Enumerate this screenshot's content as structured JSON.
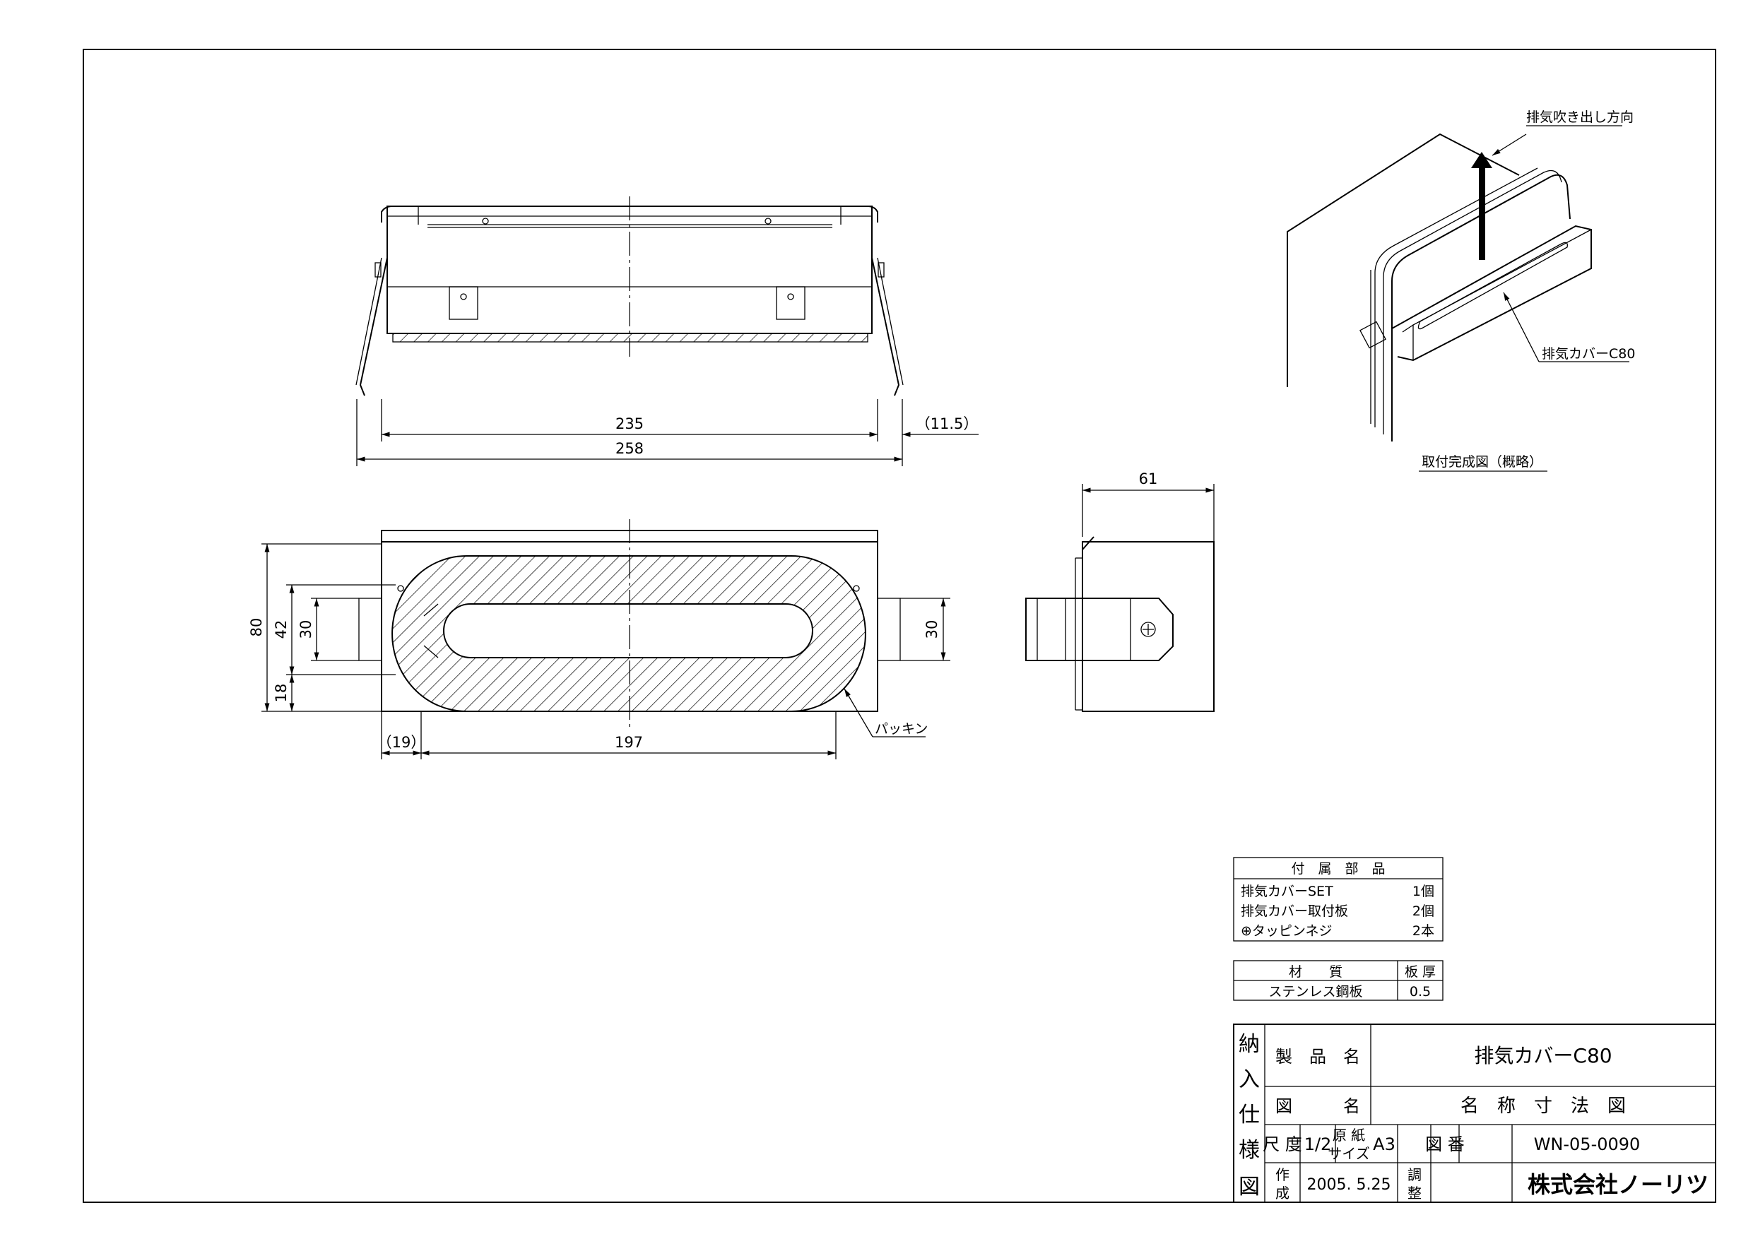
{
  "dimensions": {
    "d235": "235",
    "d11_5": "（11.5）",
    "d258": "258",
    "d61": "61",
    "d80": "80",
    "d42": "42",
    "d30_left": "30",
    "d18": "18",
    "d30_right": "30",
    "d19": "（19）",
    "d197": "197"
  },
  "labels": {
    "packing": "パッキン",
    "exhaust_direction": "排気吹き出し方向",
    "cover_name": "排気カバーC80",
    "install_view": "取付完成図（概略）"
  },
  "parts_table": {
    "header": "付　属　部　品",
    "rows": [
      {
        "name": "排気カバーSET",
        "qty": "1個"
      },
      {
        "name": "排気カバー取付板",
        "qty": "2個"
      },
      {
        "name": "⊕タッピンネジ",
        "qty": "2本"
      }
    ]
  },
  "material_table": {
    "header_material": "材　　質",
    "header_thickness": "板 厚",
    "material": "ステンレス鋼板",
    "thickness": "0.5"
  },
  "title_block": {
    "side": [
      "納",
      "入",
      "仕",
      "様",
      "図"
    ],
    "product_label": "製　品　名",
    "product_value": "排気カバーC80",
    "drawing_label": "図　　　名",
    "drawing_value": "名　称　寸　法　図",
    "scale_label": "尺 度",
    "scale_value": "1/2",
    "paper_label_1": "原 紙",
    "paper_label_2": "サイズ",
    "paper_value": "A3",
    "number_label": "図 番",
    "number_value": "WN-05-0090",
    "made_label_1": "作",
    "made_label_2": "成",
    "made_value": "2005. 5.25",
    "adjust_label_1": "調",
    "adjust_label_2": "整",
    "company": "株式会社ノーリツ"
  }
}
